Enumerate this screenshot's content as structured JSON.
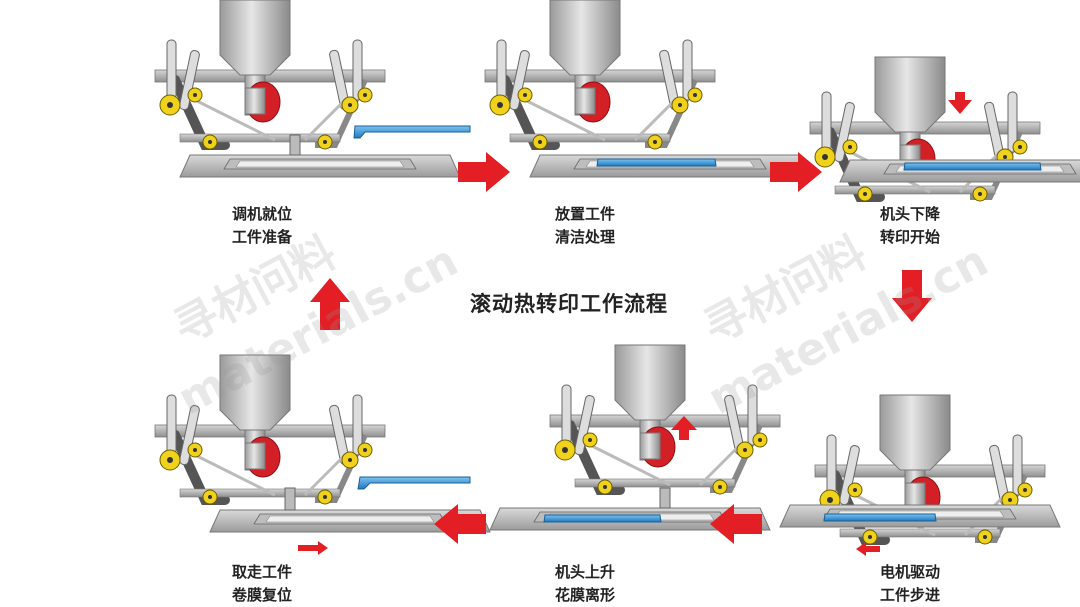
{
  "title": "滚动热转印工作流程",
  "watermark": {
    "cn": "寻材问料",
    "en": "materials.cn"
  },
  "steps": [
    {
      "line1": "调机就位",
      "line2": "工件准备"
    },
    {
      "line1": "放置工件",
      "line2": "清洁处理"
    },
    {
      "line1": "机头下降",
      "line2": "转印开始"
    },
    {
      "line1": "电机驱动",
      "line2": "工件步进"
    },
    {
      "line1": "机头上升",
      "line2": "花膜离形"
    },
    {
      "line1": "取走工件",
      "line2": "卷膜复位"
    }
  ],
  "colors": {
    "arrow": "#e31e24",
    "roller": "#d32026",
    "workpiece": "#2f8fd4",
    "pulley": "#f0d21c"
  }
}
